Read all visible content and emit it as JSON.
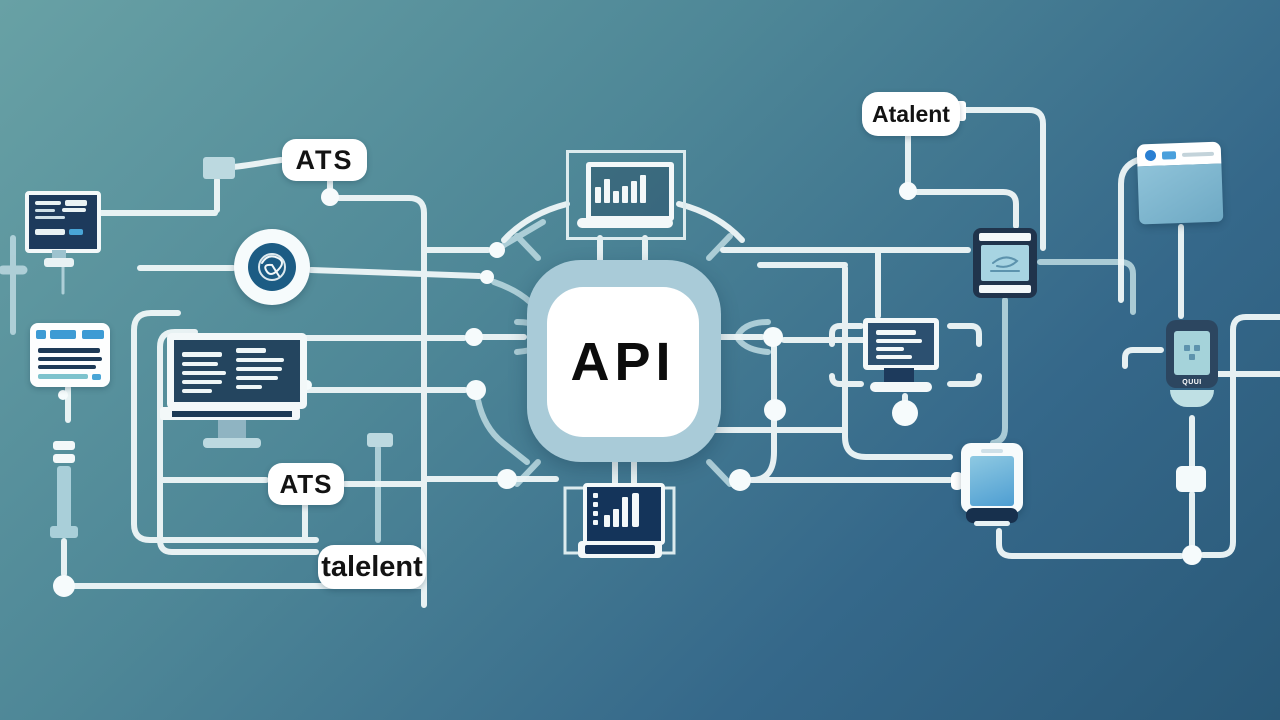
{
  "labels": {
    "api_chip": "API",
    "ats_top": "ATS",
    "ats_bottom": "ATS",
    "talent": "talelent",
    "atalent": "Atalent",
    "handheld_caption": "QUUI"
  },
  "colors": {
    "background_top_left": "#68a1a5",
    "background_bottom_right": "#2a5978",
    "wire": "#eef6f7",
    "wire_soft": "#b7d6de",
    "chip_body": "#a9cbd8",
    "chip_face": "#ffffff",
    "screen_navy": "#1e3f63",
    "screen_blue": "#5aa7d6",
    "badge_core": "#1c5c84",
    "label_background": "#ffffff",
    "label_text": "#131313"
  }
}
